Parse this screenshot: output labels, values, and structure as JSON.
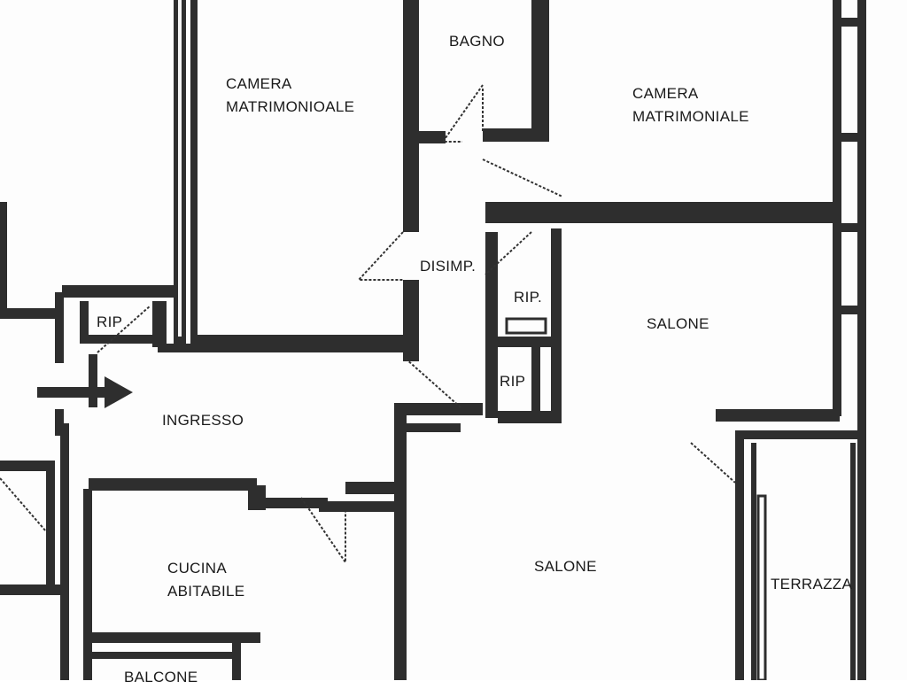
{
  "rooms": {
    "camera_matrimonioale": {
      "line1": "CAMERA",
      "line2": "MATRIMONIOALE"
    },
    "bagno": {
      "label": "BAGNO"
    },
    "camera_matrimoniale": {
      "line1": "CAMERA",
      "line2": "MATRIMONIALE"
    },
    "disimpegno": {
      "label": "DISIMP."
    },
    "ripostiglio_1": {
      "label": "RIP"
    },
    "ripostiglio_2": {
      "label": "RIP."
    },
    "ripostiglio_3": {
      "label": "RIP"
    },
    "salone_upper": {
      "label": "SALONE"
    },
    "ingresso": {
      "label": "INGRESSO"
    },
    "cucina": {
      "line1": "CUCINA",
      "line2": "ABITABILE"
    },
    "salone_lower": {
      "label": "SALONE"
    },
    "terrazza": {
      "label": "TERRAZZA"
    },
    "balcone": {
      "label": "BALCONE"
    }
  },
  "colors": {
    "wall": "#2e2e2e",
    "background": "#fdfdfd"
  }
}
